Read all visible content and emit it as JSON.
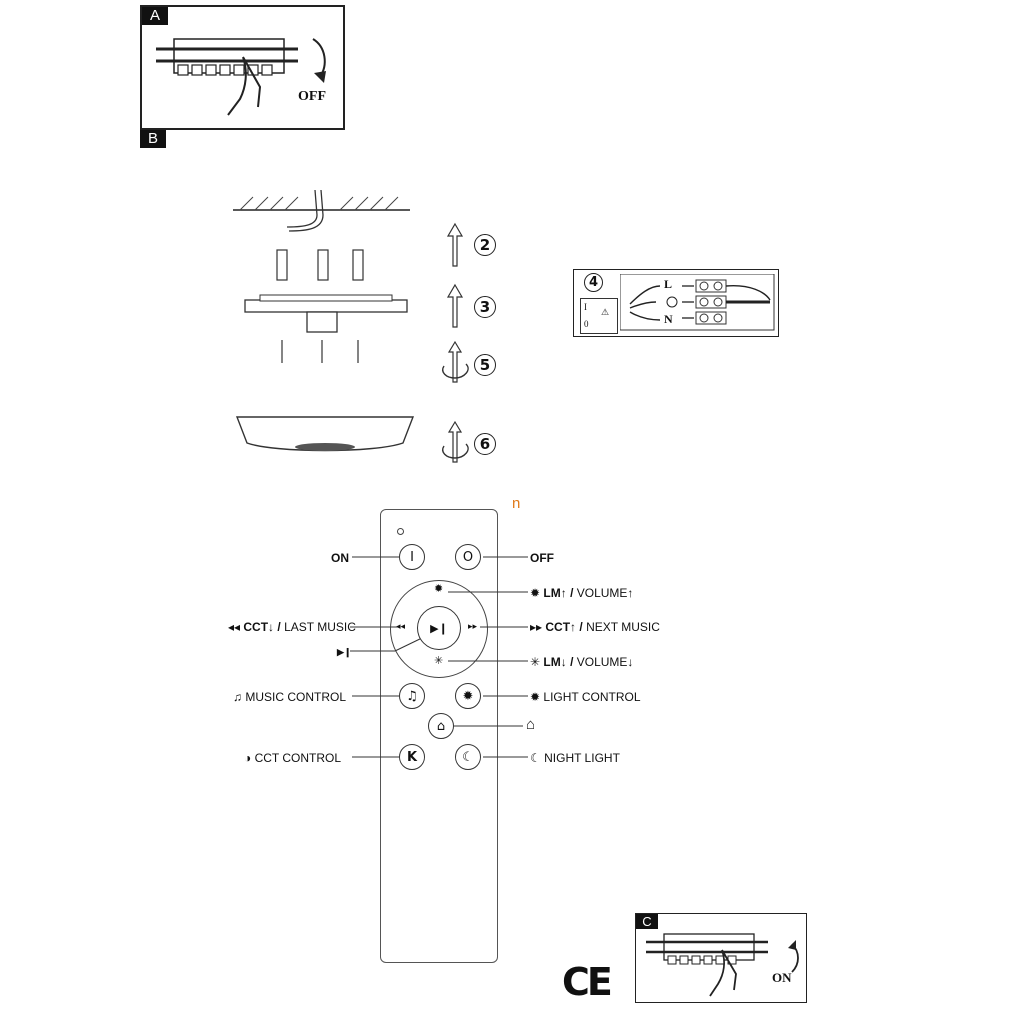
{
  "panel_a": {
    "tag": "A",
    "word": "OFF"
  },
  "panel_b": {
    "tag": "B"
  },
  "panel_c": {
    "tag": "C",
    "word": "ON"
  },
  "steps": [
    "2",
    "3",
    "5",
    "6"
  ],
  "wiring": {
    "step": "4",
    "l": "L",
    "n": "N",
    "switch_labels": [
      "I",
      "0"
    ]
  },
  "remote": {
    "stray_mark": "n",
    "buttons": {
      "on": "I",
      "off": "O",
      "play": "▶❙",
      "prev": "◂◂",
      "next": "▸▸",
      "music": "♫",
      "light": "✹",
      "cloud": "⌂",
      "cct": "K",
      "night": "☾"
    },
    "labels": {
      "on": "ON",
      "off": "OFF",
      "lm_up_bold": "LM↑ /",
      "lm_up": "VOLUME↑",
      "cct_down_bold": "CCT↓ /",
      "cct_down": "LAST MUSIC",
      "cct_up_bold": "CCT↑ /",
      "cct_up": "NEXT MUSIC",
      "play_pause": "▶❙",
      "lm_down_bold": "LM↓ /",
      "lm_down": "VOLUME↓",
      "music_control": "MUSIC CONTROL",
      "light_control": "LIGHT CONTROL",
      "cct_control": "CCT CONTROL",
      "night_light": "NIGHT LIGHT"
    }
  },
  "ce_mark": "CE",
  "colors": {
    "ink": "#111111",
    "stray_mark": "#e07a1a"
  }
}
